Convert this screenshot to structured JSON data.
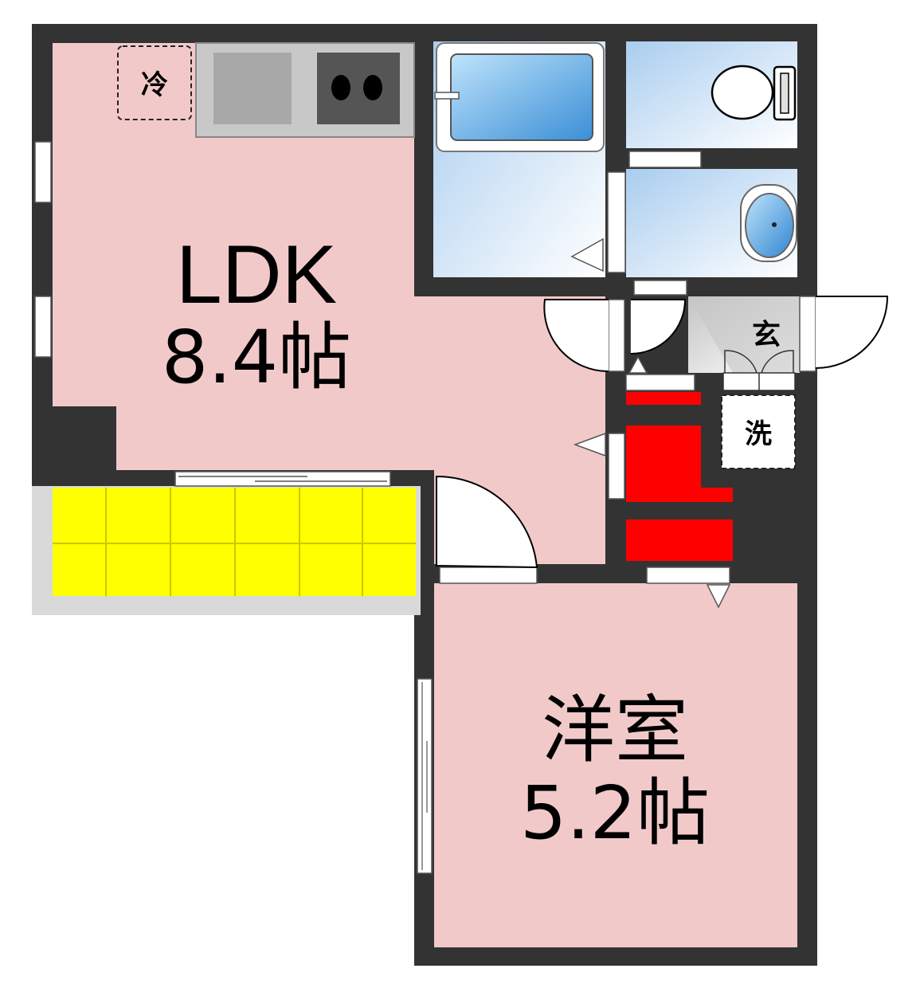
{
  "rooms": {
    "ldk": {
      "name": "LDK",
      "size": "8.4帖"
    },
    "western": {
      "name": "洋室",
      "size": "5.2帖"
    }
  },
  "marks": {
    "fridge": "冷",
    "entrance": "玄",
    "washer": "洗"
  },
  "colors": {
    "wall": "#333333",
    "room_fill": "#f2c9c9",
    "balcony": "#ffff00",
    "storage": "#ff0000",
    "wet_area": "#cfe3f5",
    "entrance_floor": "#d0d0d0"
  }
}
